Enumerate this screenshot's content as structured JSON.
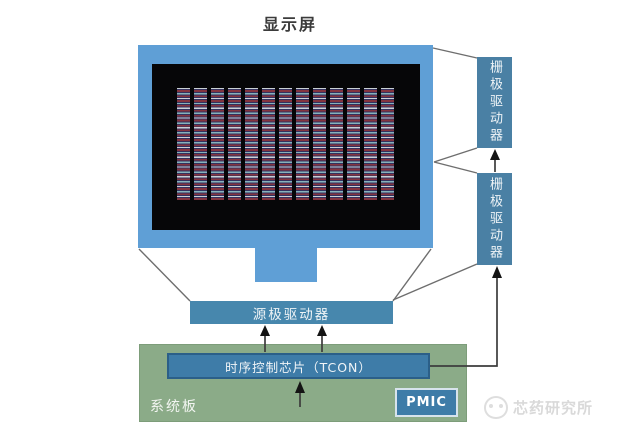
{
  "title": "显示屏",
  "panel": {
    "gate_driver_top": "栅极驱动器",
    "gate_driver_bottom": "栅极驱动器",
    "source_driver": "源极驱动器"
  },
  "system_board": {
    "label": "系统板",
    "tcon": "时序控制芯片（TCON）",
    "pmic": "PMIC"
  },
  "watermark": "芯药研究所",
  "colors": {
    "monitor_frame": "#5f9fd6",
    "screen_background": "#060608",
    "driver_box": "#4a80a4",
    "source_driver_box": "#4787ad",
    "system_board": "#8bab88",
    "chip_box": "#3e7ca8",
    "pixel_stripe_light": "#c9d0d4",
    "pixel_stripe_navy": "#34315f",
    "pixel_stripe_maroon": "#84343f",
    "pixel_stripe_teal": "#86b2bb",
    "connector_line": "#6e6e6e",
    "arrow": "#141414"
  }
}
